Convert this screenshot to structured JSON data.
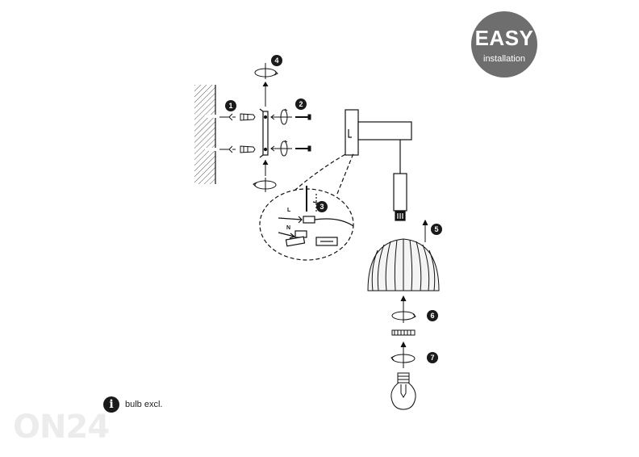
{
  "badge": {
    "line1": "EASY",
    "line2": "installation"
  },
  "steps": [
    "1",
    "2",
    "3",
    "4",
    "5",
    "6",
    "7"
  ],
  "wire_labels": {
    "live": "L",
    "neutral": "N"
  },
  "note": {
    "icon": "info-icon",
    "text": "bulb excl."
  },
  "watermark": {
    "text": "ON24"
  },
  "colors": {
    "badge": "#6e6e6e",
    "step_circle": "#1a1a1a",
    "line": "#111111"
  }
}
